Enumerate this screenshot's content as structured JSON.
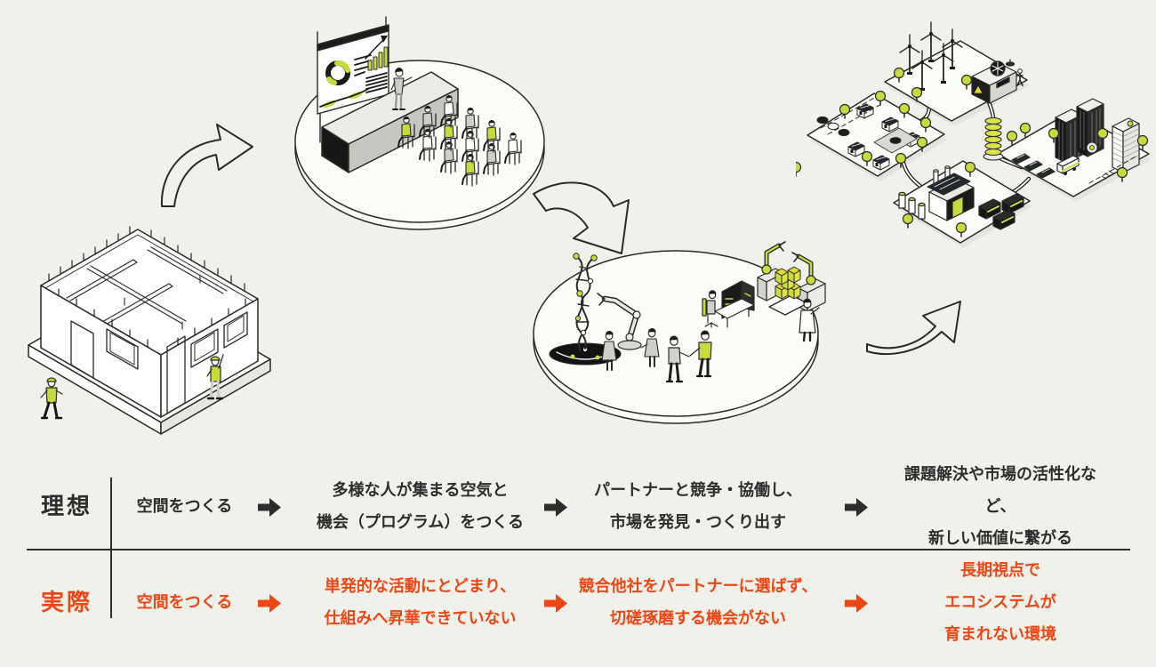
{
  "colors": {
    "background": "#f1f1ec",
    "ideal_text": "#2d2d2d",
    "actual_text": "#ee4713",
    "accent_green": "#c8da3e",
    "line": "#2a2a2a"
  },
  "icons": {
    "flow_arrow": "curved-right-arrow-icon",
    "step_arrow": "solid-right-arrow-icon"
  },
  "table": {
    "rows": [
      {
        "id": "ideal",
        "label": "理想",
        "cells": [
          [
            "空間をつくる"
          ],
          [
            "多様な人が集まる空気と",
            "機会（プログラム）をつくる"
          ],
          [
            "パートナーと競争・協働し、",
            "市場を発見・つくり出す"
          ],
          [
            "課題解決や市場の活性化など、",
            "新しい価値に繋がる"
          ]
        ]
      },
      {
        "id": "actual",
        "label": "実際",
        "cells": [
          [
            "空間をつくる"
          ],
          [
            "単発的な活動にとどまり、",
            "仕組みへ昇華できていない"
          ],
          [
            "競合他社をパートナーに選ばず、",
            "切磋琢磨する機会がない"
          ],
          [
            "長期視点で",
            "エコシステムが",
            "育まれない環境"
          ]
        ]
      }
    ]
  }
}
